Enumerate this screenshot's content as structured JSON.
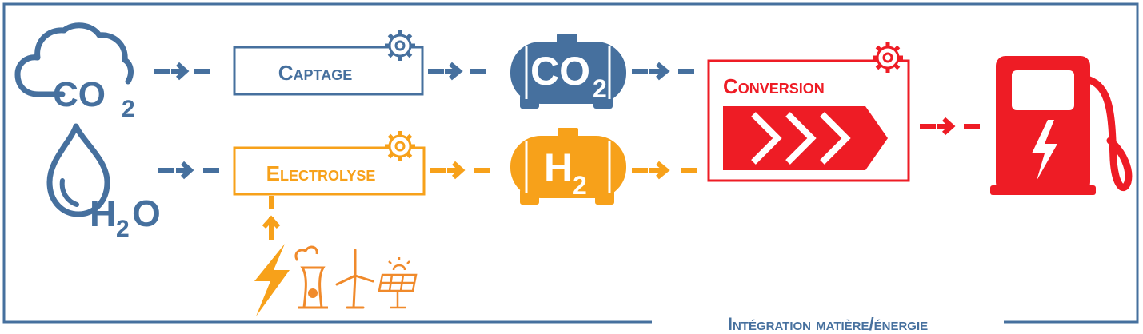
{
  "colors": {
    "blue": "#46709E",
    "orange": "#F7A11A",
    "red": "#EE1C25",
    "energy_orange": "#F08A2B",
    "white": "#FFFFFF"
  },
  "inputs": {
    "co2": {
      "label_main": "CO",
      "label_sub": "2",
      "icon": "cloud-icon"
    },
    "h2o": {
      "label_h": "H",
      "label_sub": "2",
      "label_o": "O",
      "icon": "water-drop-icon"
    }
  },
  "processes": {
    "captage": {
      "label": "Captage",
      "icon": "gear-icon"
    },
    "electrolyse": {
      "label": "Electrolyse",
      "icon": "gear-icon"
    },
    "conversion": {
      "label": "Conversion",
      "icon": "gear-icon"
    }
  },
  "tanks": {
    "co2": {
      "label_main": "CO",
      "label_sub": "2",
      "icon": "tank-icon"
    },
    "h2": {
      "label_main": "H",
      "label_sub": "2",
      "icon": "tank-icon"
    }
  },
  "energy_sources": [
    "lightning-icon",
    "nuclear-plant-icon",
    "wind-turbine-icon",
    "solar-panel-icon"
  ],
  "output": {
    "icon": "fuel-pump-icon"
  },
  "footer": {
    "label": "Intégration matière/énergie"
  }
}
